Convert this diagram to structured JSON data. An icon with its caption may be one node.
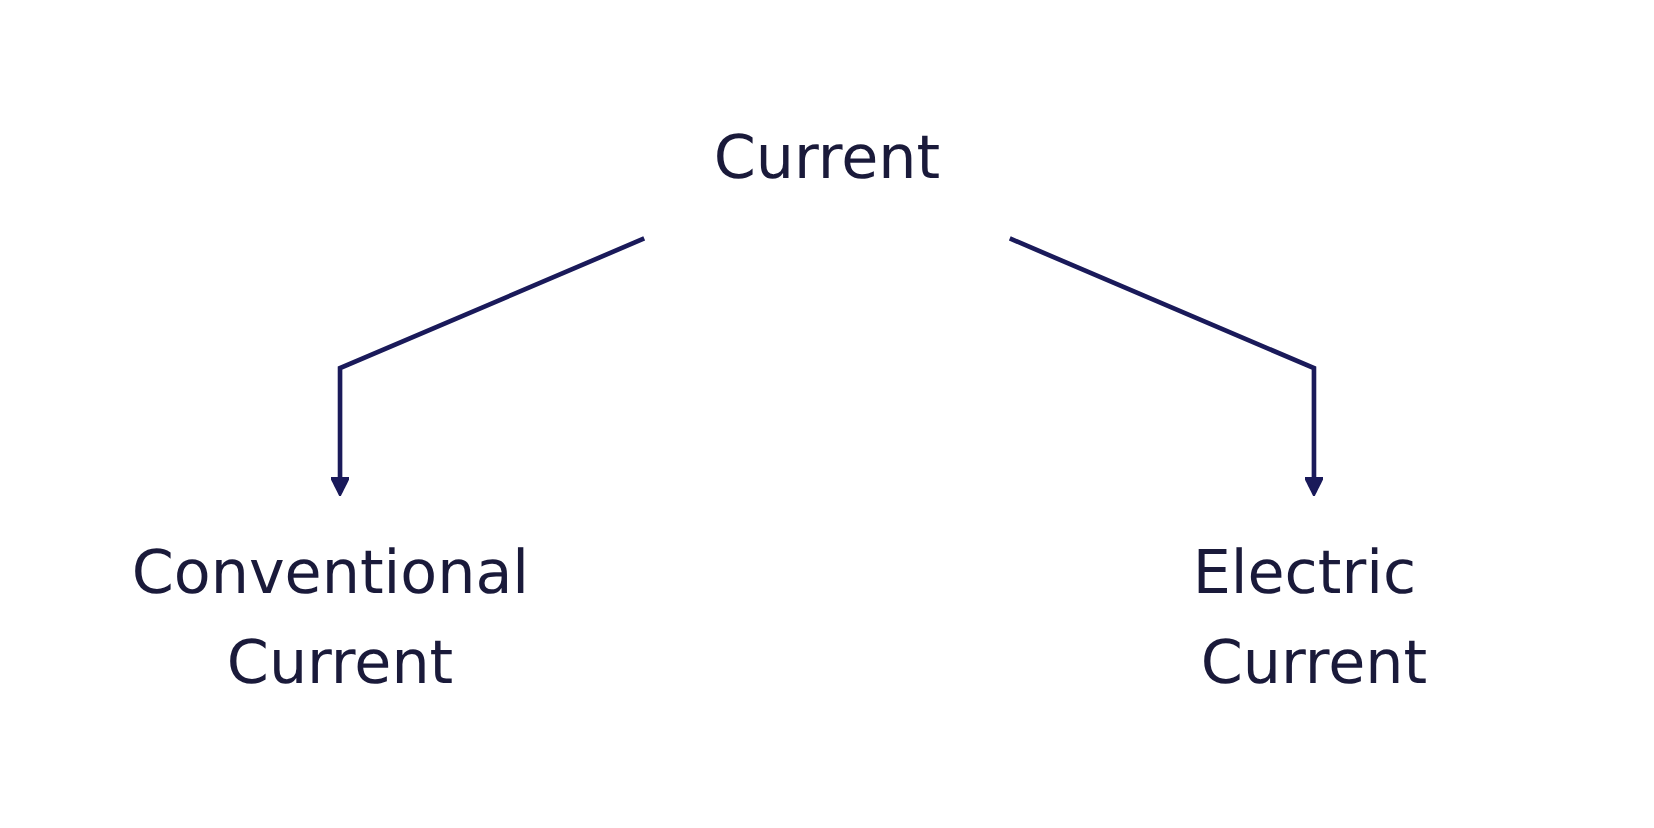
{
  "diagram": {
    "nodes": [
      {
        "text": [
          "Current"
        ]
      },
      {
        "text": [
          "Conventional Current"
        ]
      },
      {
        "text": [
          "Electric Current"
        ]
      }
    ],
    "edges": [
      {
        "from": 0,
        "to": 1,
        "arrow": "to"
      },
      {
        "from": 0,
        "to": 2,
        "arrow": "to"
      }
    ]
  }
}
